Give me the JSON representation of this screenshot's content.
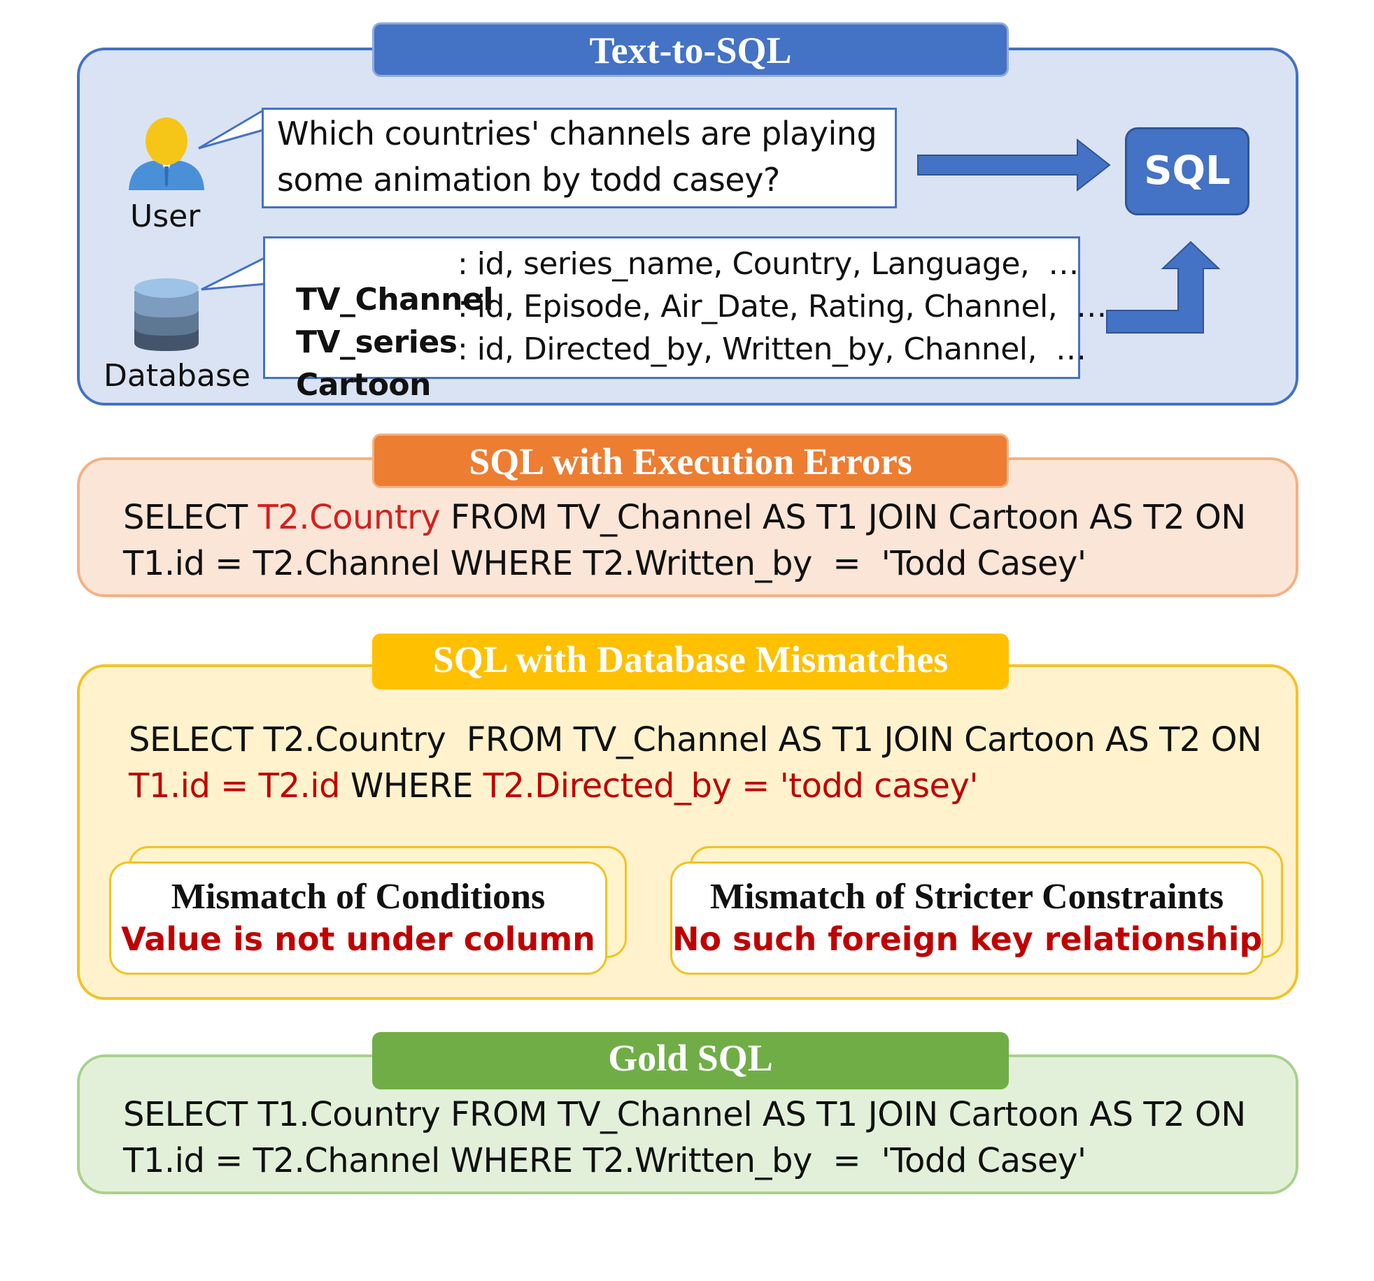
{
  "text_to_sql": {
    "title": "Text-to-SQL",
    "user_label": "User",
    "question_line1": "Which countries' channels are playing",
    "question_line2": "some animation by todd casey?",
    "database_label": "Database",
    "schema": [
      {
        "table": "TV_Channel",
        "columns": ": id, series_name, Country, Language,  …"
      },
      {
        "table": "TV_series",
        "columns": ": id, Episode, Air_Date, Rating, Channel,  …"
      },
      {
        "table": "Cartoon",
        "columns": ": id, Directed_by, Written_by, Channel,  …"
      }
    ],
    "sql_label": "SQL",
    "colors": {
      "panel_bg": "#dae3f3",
      "border": "#4472c4",
      "tab": "#4472c4"
    }
  },
  "execution_errors": {
    "title": "SQL with Execution Errors",
    "line1_a": "SELECT ",
    "line1_err": "T2.Country",
    "line1_b": " FROM TV_Channel AS T1 JOIN Cartoon AS T2 ON",
    "line2": "T1.id = T2.Channel WHERE T2.Written_by  =  'Todd Casey'",
    "colors": {
      "panel_bg": "#fbe5d6",
      "border": "#f4b183",
      "tab": "#ed7d31"
    }
  },
  "db_mismatches": {
    "title": "SQL with Database Mismatches",
    "line1": "SELECT T2.Country  FROM TV_Channel AS T1 JOIN Cartoon AS T2 ON",
    "line2_err1": "T1.id = T2.id",
    "line2_mid": " WHERE ",
    "line2_err2": "T2.Directed_by = 'todd casey'",
    "card_conditions_title": "Mismatch of Conditions",
    "card_conditions_sub": "Value is not under column",
    "card_constraints_title": "Mismatch of Stricter Constraints",
    "card_constraints_sub": "No such foreign key relationship",
    "colors": {
      "panel_bg": "#fff2cc",
      "border": "#f5c127",
      "tab": "#ffc000"
    }
  },
  "gold_sql": {
    "title": "Gold SQL",
    "line1": "SELECT T1.Country FROM TV_Channel AS T1 JOIN Cartoon AS T2 ON",
    "line2": "T1.id = T2.Channel WHERE T2.Written_by  =  'Todd Casey'",
    "colors": {
      "panel_bg": "#e2f0d9",
      "border": "#a9d18e",
      "tab": "#70ad47"
    }
  }
}
